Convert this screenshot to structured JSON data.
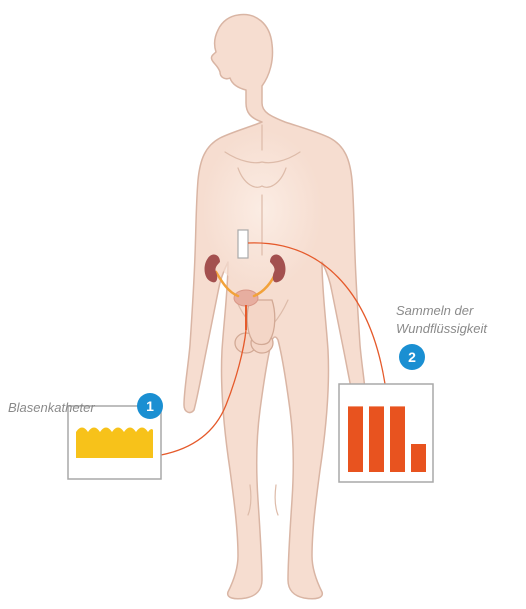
{
  "labels": {
    "catheter": "Blasenkatheter",
    "wound_line1": "Sammeln der",
    "wound_line2": "Wundflüssigkeit"
  },
  "badges": {
    "one": "1",
    "two": "2"
  },
  "colors": {
    "skin": "#f6ddd0",
    "skin_outline": "#d9b5a4",
    "badge": "#1a8fd2",
    "tube": "#e55a2b",
    "ureter": "#f2a23a",
    "kidney": "#a3504f",
    "urine": "#f7c21a",
    "frame": "#a9a9a9",
    "bars": "#e8531f"
  },
  "icons": {
    "catheter_bag": "urine-bag-icon",
    "drain_bars": "wound-drain-bars-icon"
  },
  "drain_levels": [
    0.82,
    0.82,
    0.82,
    0.35
  ]
}
